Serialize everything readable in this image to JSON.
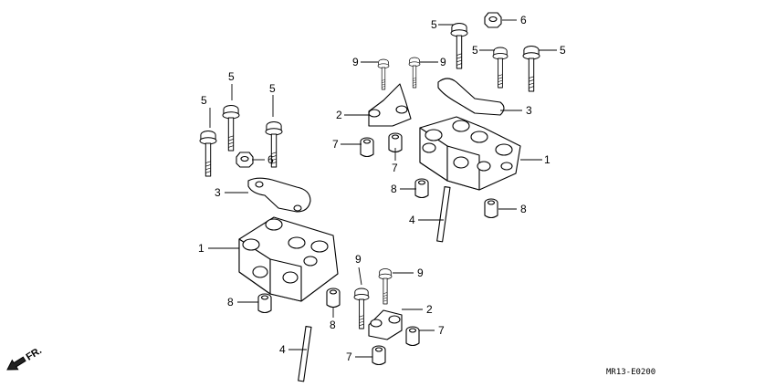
{
  "diagram": {
    "code": "MR13-E0200",
    "direction_label": "FR.",
    "callouts": {
      "c1": "1",
      "c2": "2",
      "c3": "3",
      "c4": "4",
      "c5": "5",
      "c6": "6",
      "c7": "7",
      "c8": "8",
      "c9": "9"
    }
  },
  "colors": {
    "line": "#000000",
    "background": "#ffffff"
  }
}
